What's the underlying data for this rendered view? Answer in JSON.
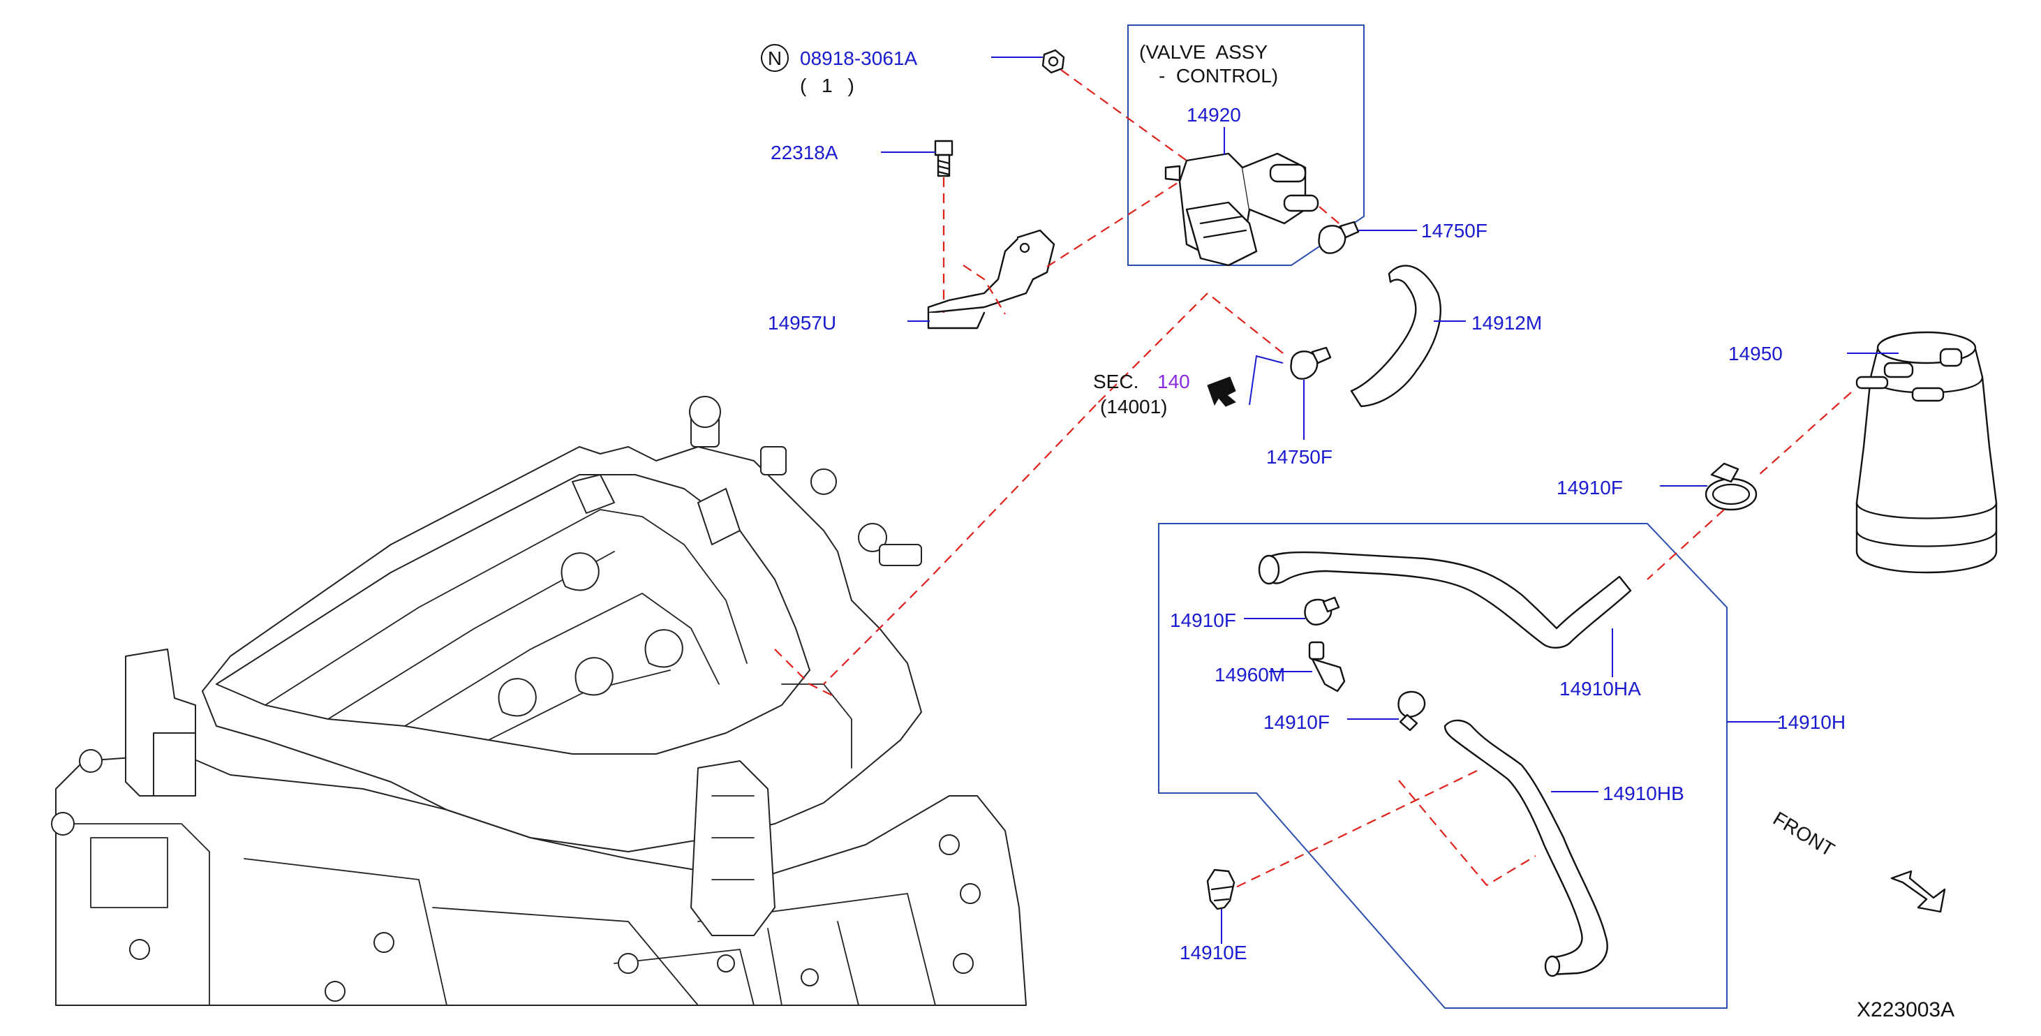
{
  "diagram": {
    "notes": {
      "nut_symbol": "N",
      "nut_part": "08918-3061A",
      "nut_qty": "( 1 )",
      "valve_title_1": "(VALVE  ASSY",
      "valve_title_2": "-  CONTROL)",
      "sec_prefix": "SEC.",
      "sec_number": "140",
      "sec_sub": "(14001)",
      "front": "FRONT",
      "drawing_id": "X223003A"
    },
    "parts": {
      "p14920": "14920",
      "p22318A": "22318A",
      "p14957U": "14957U",
      "p14750F_a": "14750F",
      "p14750F_b": "14750F",
      "p14912M": "14912M",
      "p14950": "14950",
      "p14910F_a": "14910F",
      "p14910F_b": "14910F",
      "p14910F_c": "14910F",
      "p14960M": "14960M",
      "p14910HA": "14910HA",
      "p14910H": "14910H",
      "p14910HB": "14910HB",
      "p14910E": "14910E"
    },
    "colors": {
      "label_blue": "#1a1ad0",
      "leader_red": "#e0201a",
      "box_blue": "#2a4fb0",
      "sec_purple": "#8a2be2"
    }
  }
}
